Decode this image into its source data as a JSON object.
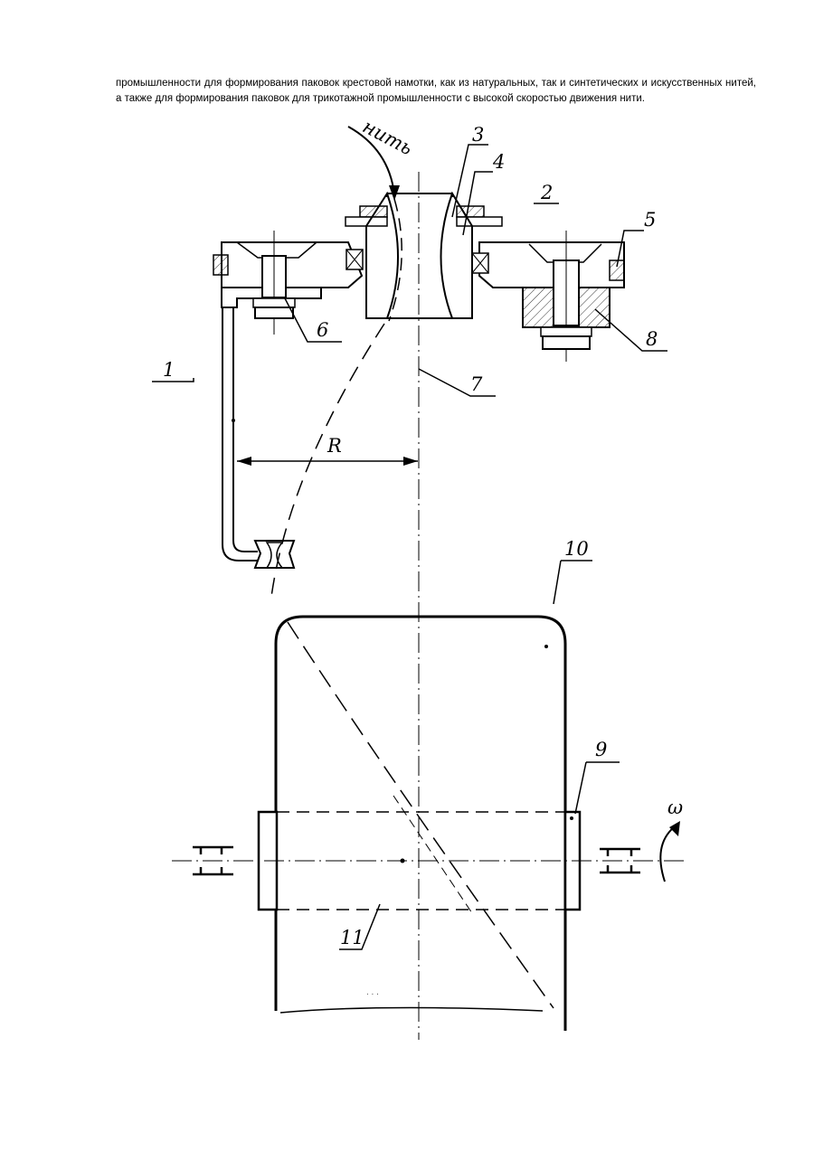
{
  "text": {
    "paragraph": "промышленности для формирования паковок крестовой намотки, как из натуральных, так и синтетических и искусственных нитей, а также для формирования паковок для трикотажной промышленности с высокой скоростью движения нити."
  },
  "figure": {
    "thread_label": "нить",
    "radius_label": "R",
    "omega_label": "ω",
    "part_labels": {
      "p1": "1",
      "p2": "2",
      "p3": "3",
      "p4": "4",
      "p5": "5",
      "p6": "6",
      "p7": "7",
      "p8": "8",
      "p9": "9",
      "p10": "10",
      "p11": "11"
    }
  }
}
